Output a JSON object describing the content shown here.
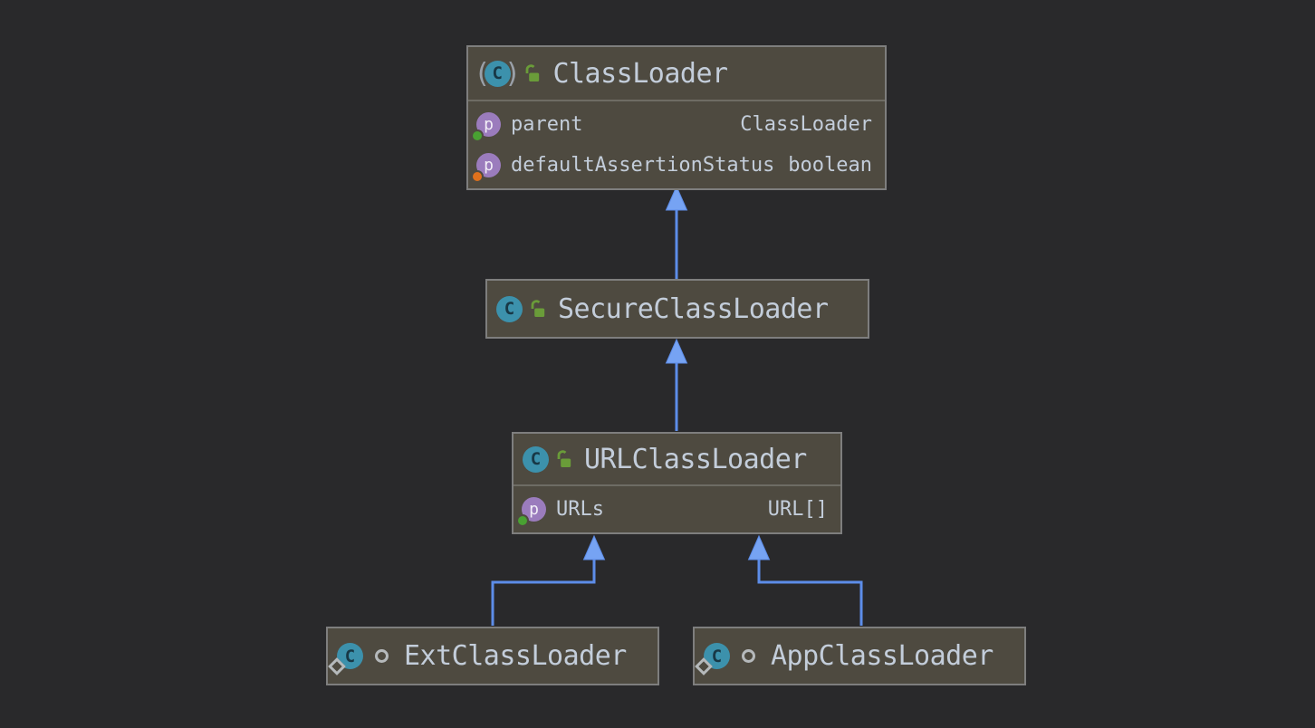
{
  "diagram": {
    "type": "uml-class-hierarchy",
    "colors": {
      "background": "#29292b",
      "node_fill": "#4e4a40",
      "node_border": "#7e7e7e",
      "separator": "#6e6c64",
      "text": "#c3cdda",
      "edge_line": "#5d8de9",
      "edge_arrowhead": "#76a3f3",
      "class_icon": "#3c91ac",
      "property_icon": "#9b7cbd",
      "public_lock": "#6a9c39",
      "marker_green": "#49a132",
      "marker_orange": "#e0711c"
    }
  },
  "icons": {
    "class_letter": "C",
    "property_letter": "p",
    "abstract_left_paren": "(",
    "abstract_right_paren": ")"
  },
  "nodes": [
    {
      "title": "ClassLoader",
      "kind": "abstract class",
      "visibility": "public",
      "properties": [
        {
          "name": "parent",
          "type": "ClassLoader",
          "marker": "green"
        },
        {
          "name": "defaultAssertionStatus",
          "type": "boolean",
          "marker": "orange"
        }
      ]
    },
    {
      "title": "SecureClassLoader",
      "kind": "class",
      "visibility": "public",
      "properties": []
    },
    {
      "title": "URLClassLoader",
      "kind": "class",
      "visibility": "public",
      "properties": [
        {
          "name": "URLs",
          "type": "URL[]",
          "marker": "green"
        }
      ]
    },
    {
      "title": "ExtClassLoader",
      "kind": "static class",
      "visibility": "package-private",
      "properties": []
    },
    {
      "title": "AppClassLoader",
      "kind": "static class",
      "visibility": "package-private",
      "properties": []
    }
  ],
  "edges": [
    {
      "from": "SecureClassLoader",
      "to": "ClassLoader",
      "relation": "extends"
    },
    {
      "from": "URLClassLoader",
      "to": "SecureClassLoader",
      "relation": "extends"
    },
    {
      "from": "ExtClassLoader",
      "to": "URLClassLoader",
      "relation": "extends"
    },
    {
      "from": "AppClassLoader",
      "to": "URLClassLoader",
      "relation": "extends"
    }
  ]
}
